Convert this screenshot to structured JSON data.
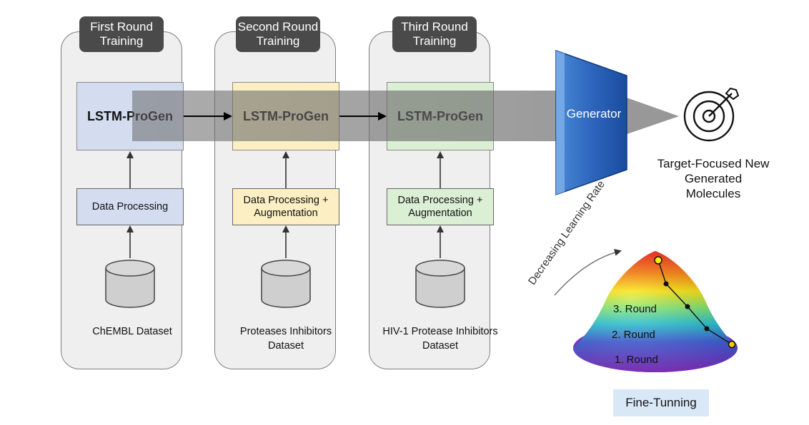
{
  "columns": [
    {
      "title": "First Round Training",
      "model": "LSTM-ProGen",
      "processing": "Data Processing",
      "dataset": "ChEMBL Dataset",
      "color": "#d3ddef"
    },
    {
      "title": "Second Round Training",
      "model": "LSTM-ProGen",
      "processing": "Data Processing + Augmentation",
      "dataset": "Proteases Inhibitors Dataset",
      "color": "#fcefc3"
    },
    {
      "title": "Third Round Training",
      "model": "LSTM-ProGen",
      "processing": "Data Processing + Augmentation",
      "dataset": "HIV-1 Protease Inhibitors Dataset",
      "color": "#dbefd4"
    }
  ],
  "generator": {
    "label": "Generator",
    "color": "#2f6bbf"
  },
  "target": {
    "label": "Target-Focused New Generated Molecules",
    "icon": "target-dart-icon"
  },
  "fine_tuning": {
    "label": "Fine-Tunning",
    "axis_label": "Decreasing Learning Rate",
    "rounds": [
      "1. Round",
      "2. Round",
      "3. Round"
    ]
  }
}
